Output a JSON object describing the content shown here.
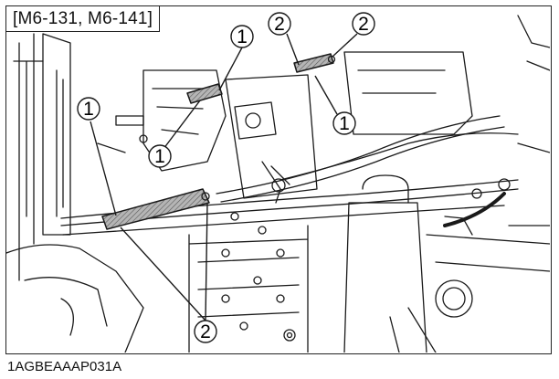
{
  "header": {
    "model_label": "[M6-131, M6-141]"
  },
  "figure": {
    "code": "1AGBEAAAP031A"
  },
  "callouts": [
    {
      "id": "c1-top",
      "label": "1"
    },
    {
      "id": "c2-left",
      "label": "2"
    },
    {
      "id": "c2-right",
      "label": "2"
    },
    {
      "id": "c1-mid",
      "label": "1"
    },
    {
      "id": "c1-center",
      "label": "1"
    },
    {
      "id": "c1-left",
      "label": "1"
    },
    {
      "id": "c2-bottom",
      "label": "2"
    }
  ],
  "colors": {
    "line": "#1a1a1a",
    "hose_fill": "#9a9a9a",
    "background": "#ffffff"
  }
}
